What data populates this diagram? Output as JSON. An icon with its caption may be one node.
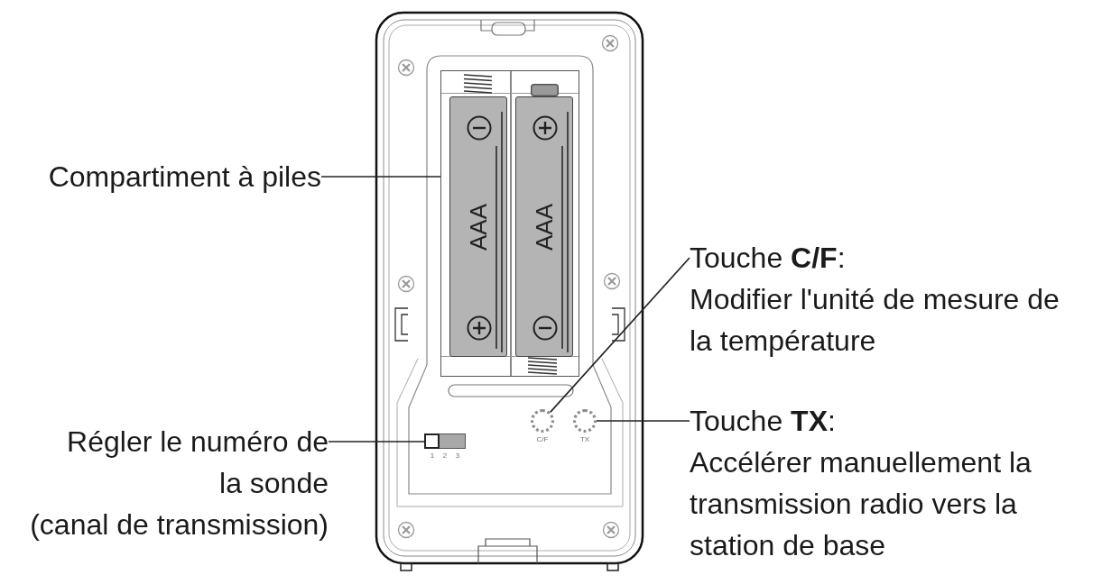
{
  "diagram": {
    "nodes": [
      {
        "text": [
          "Compartiment à piles"
        ]
      },
      {
        "text": [],
        "shape": "box"
      },
      {
        "text": [
          "AAA"
        ],
        "in": 1
      },
      {
        "text": [
          "AAA"
        ],
        "in": 1
      },
      {
        "text": [
          "Touche **C/F**:",
          "Modifier l'unité de mesure de la température"
        ]
      },
      {
        "text": [],
        "shape": "circle",
        "beside": [
          "C/F"
        ]
      },
      {
        "text": [],
        "shape": "circle",
        "beside": [
          "TX"
        ]
      },
      {
        "text": [
          "Touche **TX**:",
          "Accélérer manuellement la transmission radio vers la station de base"
        ]
      },
      {
        "text": [],
        "shape": "box",
        "beside": [
          "1",
          "2",
          "3"
        ]
      },
      {
        "text": [
          "Régler le numéro de la sonde",
          "(canal de transmission)"
        ]
      }
    ],
    "edges": [
      {
        "from": 0,
        "to": 1,
        "arrow": "none"
      },
      {
        "from": 4,
        "to": 5,
        "arrow": "none"
      },
      {
        "from": 7,
        "to": 6,
        "arrow": "none"
      },
      {
        "from": 9,
        "to": 8,
        "arrow": "none"
      }
    ]
  }
}
